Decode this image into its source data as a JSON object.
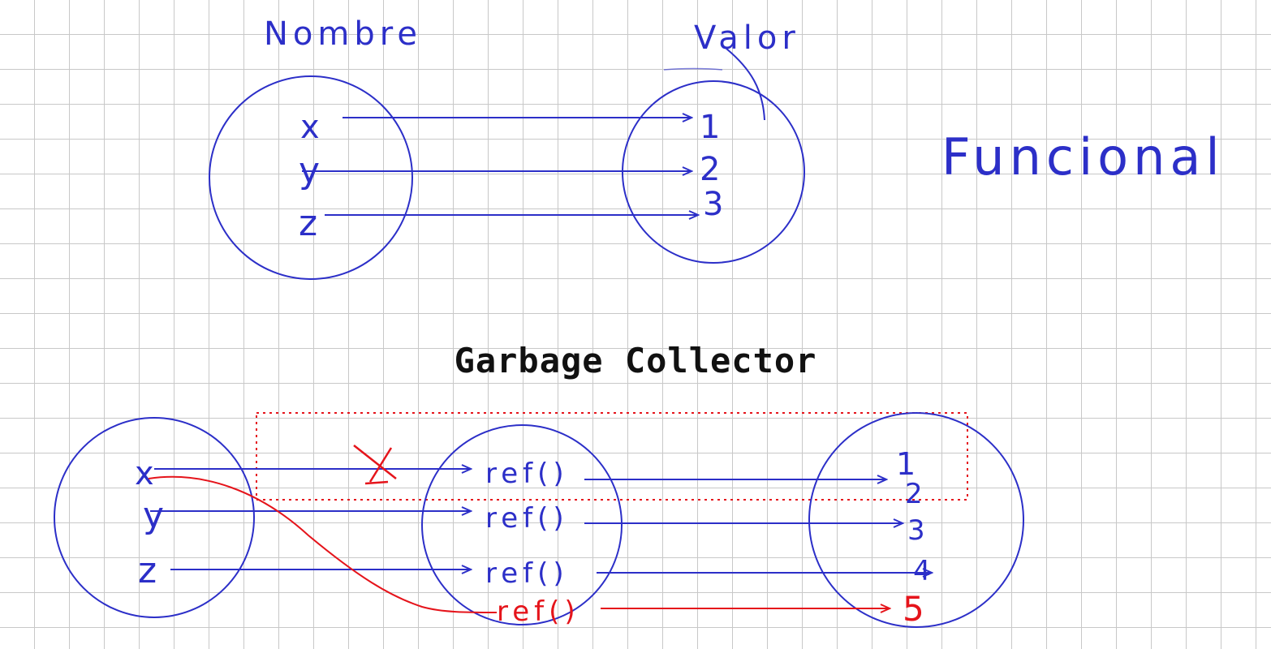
{
  "colors": {
    "ink": "#2c2fc8",
    "highlight": "#e5141b",
    "grid": "#c8c8c8",
    "title": "#111111"
  },
  "top_diagram": {
    "label_names": "Nombre",
    "label_values": "Valor",
    "names": [
      "x",
      "y",
      "z"
    ],
    "values": [
      "1",
      "2",
      "3"
    ],
    "side_note": "Funcional"
  },
  "title": "Garbage Collector",
  "bottom_diagram": {
    "names": [
      "x",
      "y",
      "z"
    ],
    "refs": [
      "ref()",
      "ref()",
      "ref()",
      "ref()"
    ],
    "values": [
      "1",
      "2",
      "3",
      "4",
      "5"
    ]
  }
}
